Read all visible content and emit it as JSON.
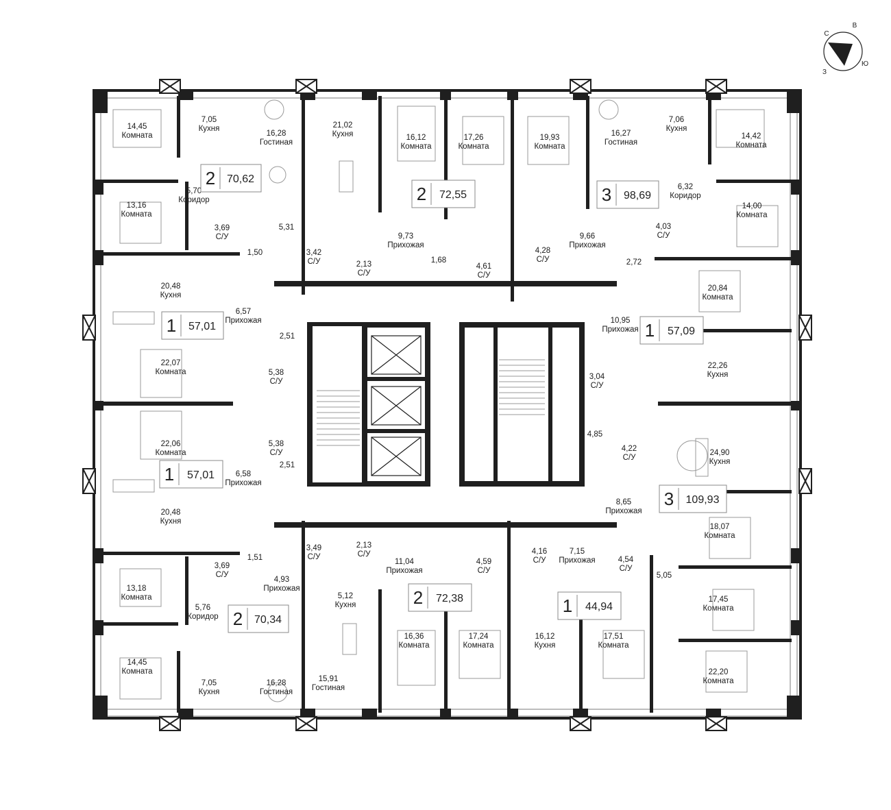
{
  "compass": {
    "north": "С",
    "east": "В",
    "south": "Ю",
    "west": "З"
  },
  "apartments": [
    {
      "id": "apt-2-7062",
      "rooms": "2",
      "area": "70,62"
    },
    {
      "id": "apt-2-7255",
      "rooms": "2",
      "area": "72,55"
    },
    {
      "id": "apt-3-9869",
      "rooms": "3",
      "area": "98,69"
    },
    {
      "id": "apt-1-5701-top",
      "rooms": "1",
      "area": "57,01"
    },
    {
      "id": "apt-1-5709",
      "rooms": "1",
      "area": "57,09"
    },
    {
      "id": "apt-1-5701-bottom",
      "rooms": "1",
      "area": "57,01"
    },
    {
      "id": "apt-3-10993",
      "rooms": "3",
      "area": "109,93"
    },
    {
      "id": "apt-2-7238",
      "rooms": "2",
      "area": "72,38"
    },
    {
      "id": "apt-1-4494",
      "rooms": "1",
      "area": "44,94"
    },
    {
      "id": "apt-2-7034",
      "rooms": "2",
      "area": "70,34"
    }
  ],
  "rooms": [
    {
      "area": "14,45",
      "name": "Комната"
    },
    {
      "area": "7,05",
      "name": "Кухня"
    },
    {
      "area": "16,28",
      "name": "Гостиная"
    },
    {
      "area": "21,02",
      "name": "Кухня"
    },
    {
      "area": "16,12",
      "name": "Комната"
    },
    {
      "area": "17,26",
      "name": "Комната"
    },
    {
      "area": "19,93",
      "name": "Комната"
    },
    {
      "area": "16,27",
      "name": "Гостиная"
    },
    {
      "area": "7,06",
      "name": "Кухня"
    },
    {
      "area": "14,42",
      "name": "Комната"
    },
    {
      "area": "5,70",
      "name": "Коридор"
    },
    {
      "area": "6,32",
      "name": "Коридор"
    },
    {
      "area": "13,16",
      "name": "Комната"
    },
    {
      "area": "3,69",
      "name": "С/У"
    },
    {
      "area": "5,31",
      "name": ""
    },
    {
      "area": "9,73",
      "name": "Прихожая"
    },
    {
      "area": "9,66",
      "name": "Прихожая"
    },
    {
      "area": "4,03",
      "name": "С/У"
    },
    {
      "area": "14,00",
      "name": "Комната"
    },
    {
      "area": "1,50",
      "name": ""
    },
    {
      "area": "3,42",
      "name": "С/У"
    },
    {
      "area": "2,13",
      "name": "С/У"
    },
    {
      "area": "1,68",
      "name": ""
    },
    {
      "area": "4,61",
      "name": "С/У"
    },
    {
      "area": "4,28",
      "name": "С/У"
    },
    {
      "area": "2,72",
      "name": ""
    },
    {
      "area": "20,48",
      "name": "Кухня"
    },
    {
      "area": "20,84",
      "name": "Комната"
    },
    {
      "area": "6,57",
      "name": "Прихожая"
    },
    {
      "area": "10,95",
      "name": "Прихожая"
    },
    {
      "area": "2,51",
      "name": ""
    },
    {
      "area": "22,07",
      "name": "Комната"
    },
    {
      "area": "22,26",
      "name": "Кухня"
    },
    {
      "area": "5,38",
      "name": "С/У"
    },
    {
      "area": "3,04",
      "name": "С/У"
    },
    {
      "area": "22,06",
      "name": "Комната"
    },
    {
      "area": "5,38",
      "name": "С/У"
    },
    {
      "area": "4,85",
      "name": ""
    },
    {
      "area": "4,22",
      "name": "С/У"
    },
    {
      "area": "24,90",
      "name": "Кухня"
    },
    {
      "area": "2,51",
      "name": ""
    },
    {
      "area": "6,58",
      "name": "Прихожая"
    },
    {
      "area": "8,65",
      "name": "Прихожая"
    },
    {
      "area": "20,48",
      "name": "Кухня"
    },
    {
      "area": "18,07",
      "name": "Комната"
    },
    {
      "area": "3,49",
      "name": "С/У"
    },
    {
      "area": "2,13",
      "name": "С/У"
    },
    {
      "area": "11,04",
      "name": "Прихожая"
    },
    {
      "area": "4,59",
      "name": "С/У"
    },
    {
      "area": "4,16",
      "name": "С/У"
    },
    {
      "area": "7,15",
      "name": "Прихожая"
    },
    {
      "area": "4,54",
      "name": "С/У"
    },
    {
      "area": "1,51",
      "name": ""
    },
    {
      "area": "3,69",
      "name": "С/У"
    },
    {
      "area": "4,93",
      "name": "Прихожая"
    },
    {
      "area": "5,05",
      "name": ""
    },
    {
      "area": "13,18",
      "name": "Комната"
    },
    {
      "area": "5,12",
      "name": "Кухня"
    },
    {
      "area": "17,45",
      "name": "Комната"
    },
    {
      "area": "5,76",
      "name": "Коридор"
    },
    {
      "area": "16,36",
      "name": "Комната"
    },
    {
      "area": "17,24",
      "name": "Комната"
    },
    {
      "area": "16,12",
      "name": "Кухня"
    },
    {
      "area": "17,51",
      "name": "Комната"
    },
    {
      "area": "14,45",
      "name": "Комната"
    },
    {
      "area": "22,20",
      "name": "Комната"
    },
    {
      "area": "7,05",
      "name": "Кухня"
    },
    {
      "area": "16,28",
      "name": "Гостиная"
    },
    {
      "area": "15,91",
      "name": "Гостиная"
    }
  ]
}
